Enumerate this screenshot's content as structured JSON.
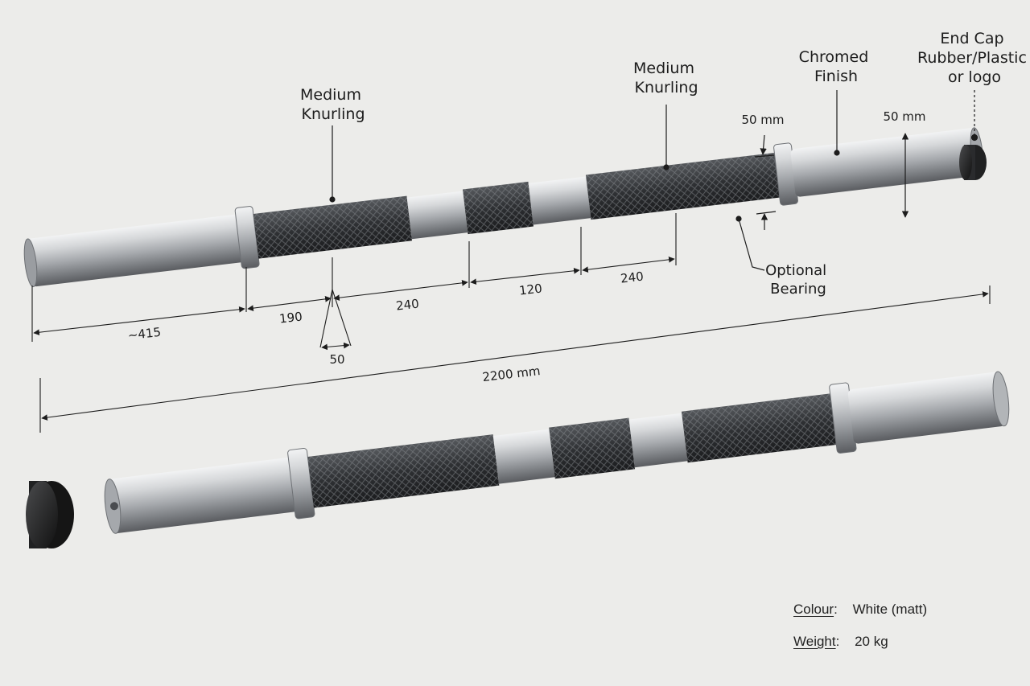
{
  "callouts": {
    "knurl_left": [
      "Medium",
      "Knurling"
    ],
    "knurl_right": [
      "Medium",
      "Knurling"
    ],
    "chromed": [
      "Chromed",
      "Finish"
    ],
    "end_cap": [
      "End Cap",
      "Rubber/Plastic",
      "or logo"
    ],
    "bearing": [
      "Optional",
      "Bearing"
    ]
  },
  "dimensions": {
    "d_415": "~415",
    "d_190": "190",
    "d_240a": "240",
    "d_120": "120",
    "d_240b": "240",
    "d_50": "50",
    "d_total": "2200 mm",
    "d_dia_collar": "50 mm",
    "d_dia_sleeve": "50 mm"
  },
  "specs": {
    "colour_label": "Colour",
    "colour_value": "White (matt)",
    "weight_label": "Weight",
    "weight_value": "20 kg"
  },
  "colors": {
    "background": "#ececea",
    "steel": "#b9bcbf",
    "knurl": "#2e3033",
    "end_cap": "#1c1c1c"
  }
}
